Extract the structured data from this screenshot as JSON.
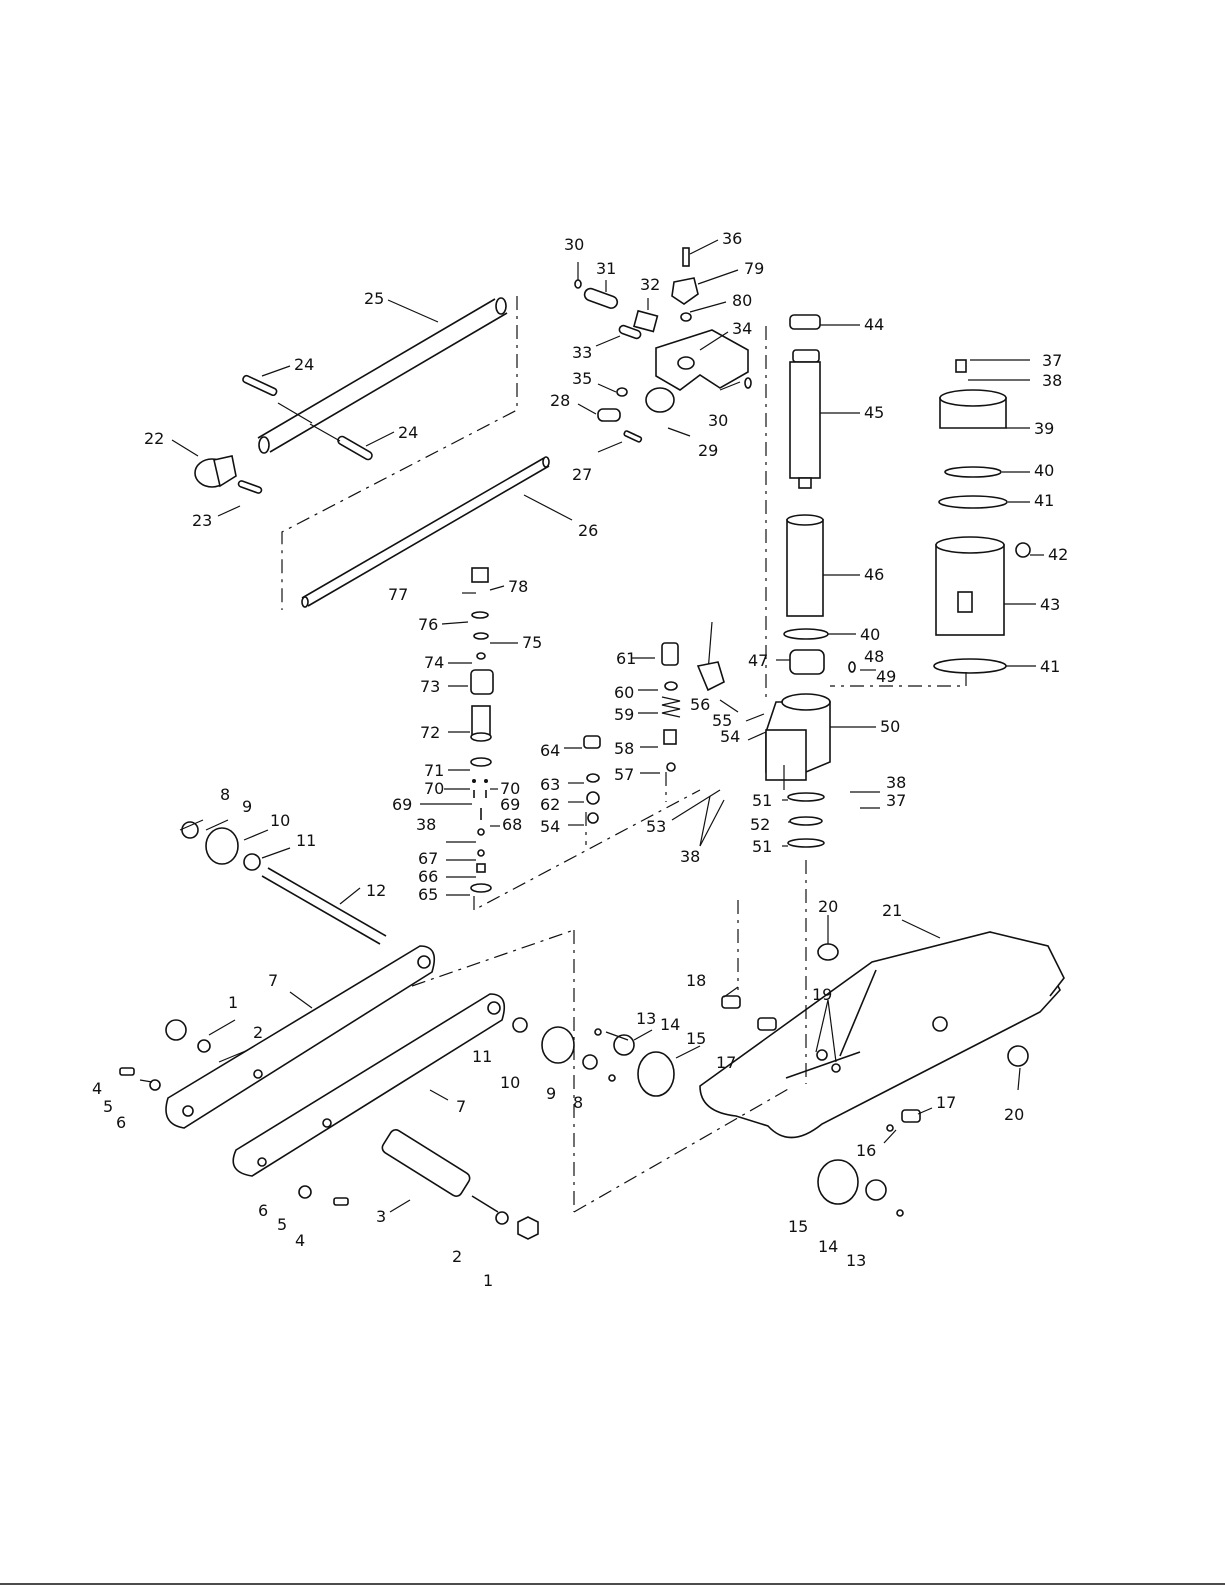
{
  "diagram": {
    "callouts": [
      "1",
      "2",
      "3",
      "4",
      "5",
      "6",
      "7",
      "8",
      "9",
      "10",
      "11",
      "12",
      "13",
      "14",
      "15",
      "16",
      "17",
      "18",
      "19",
      "20",
      "21",
      "22",
      "23",
      "24",
      "25",
      "26",
      "27",
      "28",
      "29",
      "30",
      "31",
      "32",
      "33",
      "34",
      "35",
      "36",
      "37",
      "38",
      "39",
      "40",
      "41",
      "42",
      "43",
      "44",
      "45",
      "46",
      "47",
      "48",
      "49",
      "50",
      "51",
      "52",
      "53",
      "54",
      "55",
      "56",
      "57",
      "58",
      "59",
      "60",
      "61",
      "62",
      "63",
      "64",
      "65",
      "66",
      "67",
      "68",
      "69",
      "70",
      "71",
      "72",
      "73",
      "74",
      "75",
      "76",
      "77",
      "78",
      "79",
      "80"
    ]
  }
}
